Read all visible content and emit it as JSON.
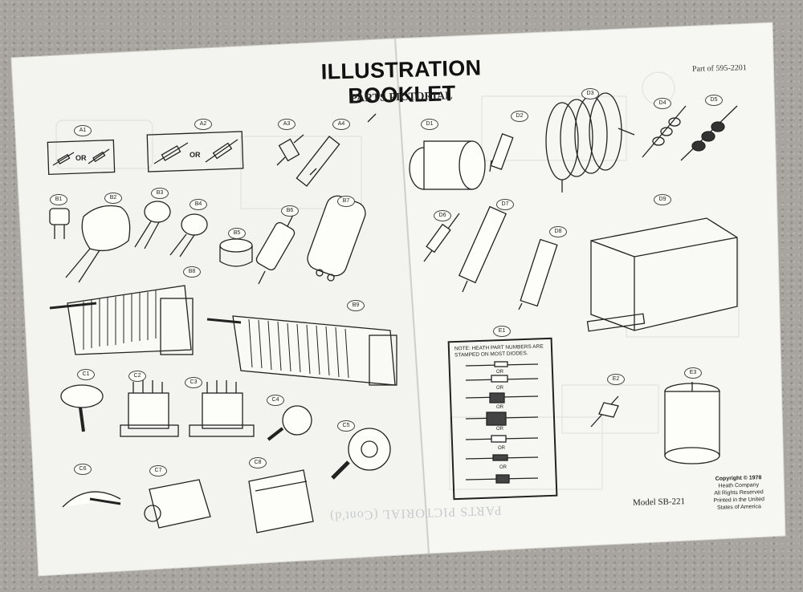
{
  "header": {
    "title": "ILLUSTRATION BOOKLET",
    "subtitle": "PARTS PICTORIAL",
    "part_of": "Part of 595-2201"
  },
  "footer": {
    "model": "Model SB-221",
    "copyright_line1": "Copyright © 1978",
    "copyright_line2": "Heath Company",
    "copyright_line3": "All Rights Reserved",
    "copyright_line4": "Printed in the United States of America",
    "show_through": "PARTS PICTORIAL (Cont'd)"
  },
  "note": {
    "text": "NOTE: HEATH PART NUMBERS ARE STAMPED ON MOST DIODES."
  },
  "or_word": "OR",
  "labels": {
    "A1": "A1",
    "A2": "A2",
    "A3": "A3",
    "A4": "A4",
    "B1": "B1",
    "B2": "B2",
    "B3": "B3",
    "B4": "B4",
    "B5": "B5",
    "B6": "B6",
    "B7": "B7",
    "B8": "B8",
    "B9": "B9",
    "C1": "C1",
    "C2": "C2",
    "C3": "C3",
    "C4": "C4",
    "C5": "C5",
    "C6": "C6",
    "C7": "C7",
    "C8": "C8",
    "D1": "D1",
    "D2": "D2",
    "D3": "D3",
    "D4": "D4",
    "D5": "D5",
    "D6": "D6",
    "D7": "D7",
    "D8": "D8",
    "D9": "D9",
    "E1": "E1",
    "E2": "E2",
    "E3": "E3"
  },
  "colors": {
    "paper": "#f5f5f1",
    "ink": "#222222",
    "counter": "#a8a5a0"
  }
}
